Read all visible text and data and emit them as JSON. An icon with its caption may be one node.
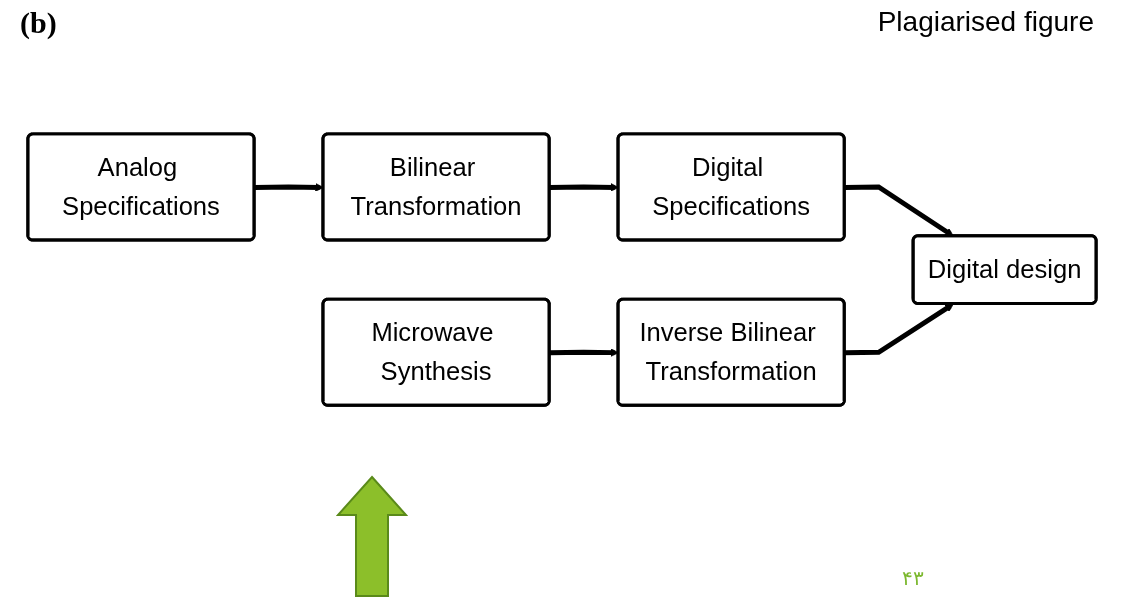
{
  "diagram": {
    "nodes": [
      {
        "text": [
          "Analog Specifications"
        ]
      },
      {
        "text": [
          "Bilinear Transformation"
        ]
      },
      {
        "text": [
          "Digital Specifications"
        ]
      },
      {
        "text": [
          "Microwave Synthesis"
        ]
      },
      {
        "text": [
          "Inverse Bilinear Transformation"
        ]
      },
      {
        "text": [
          "Digital design"
        ]
      }
    ],
    "edges": [
      {
        "from": 0,
        "to": 1,
        "arrow": "to"
      },
      {
        "from": 1,
        "to": 2,
        "arrow": "to"
      },
      {
        "from": 2,
        "to": 5,
        "arrow": "to"
      },
      {
        "from": 3,
        "to": 4,
        "arrow": "to"
      },
      {
        "from": 4,
        "to": 5,
        "arrow": "to"
      }
    ],
    "labels": [
      "(b)",
      "Plagiarised figure",
      "۴۳"
    ]
  }
}
